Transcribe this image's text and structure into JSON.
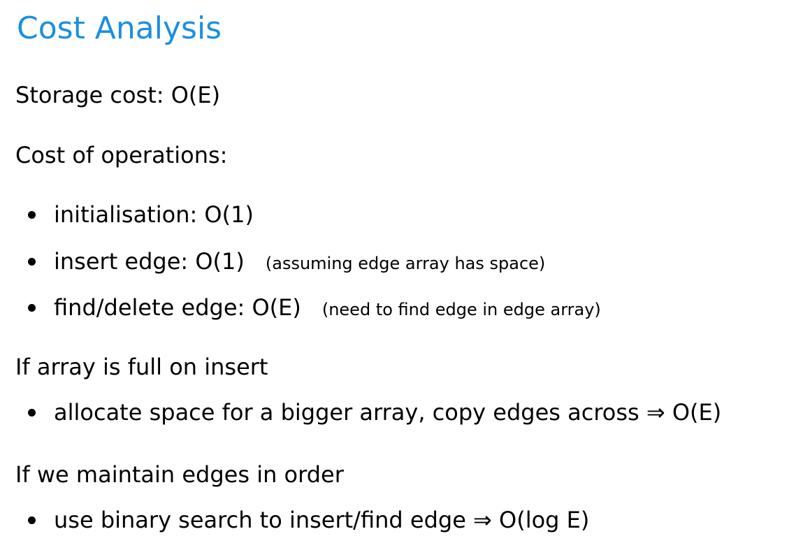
{
  "title": "Cost Analysis",
  "storage_line": "Storage cost: O(E)",
  "operations_heading": "Cost of operations:",
  "operations": [
    {
      "text": "initialisation: O(1)",
      "note": ""
    },
    {
      "text": "insert edge: O(1)",
      "note": "(assuming edge array has space)"
    },
    {
      "text": "find/delete edge: O(E)",
      "note": "(need to find edge in edge array)"
    }
  ],
  "full_heading": "If array is full on insert",
  "full_bullet": "allocate space for a bigger array, copy edges across ⇒ O(E)",
  "order_heading": "If we maintain edges in order",
  "order_bullet": "use binary search to insert/find edge ⇒ O(log E)",
  "colors": {
    "title": "#1a8fe0",
    "text": "#000000",
    "background": "#ffffff"
  }
}
